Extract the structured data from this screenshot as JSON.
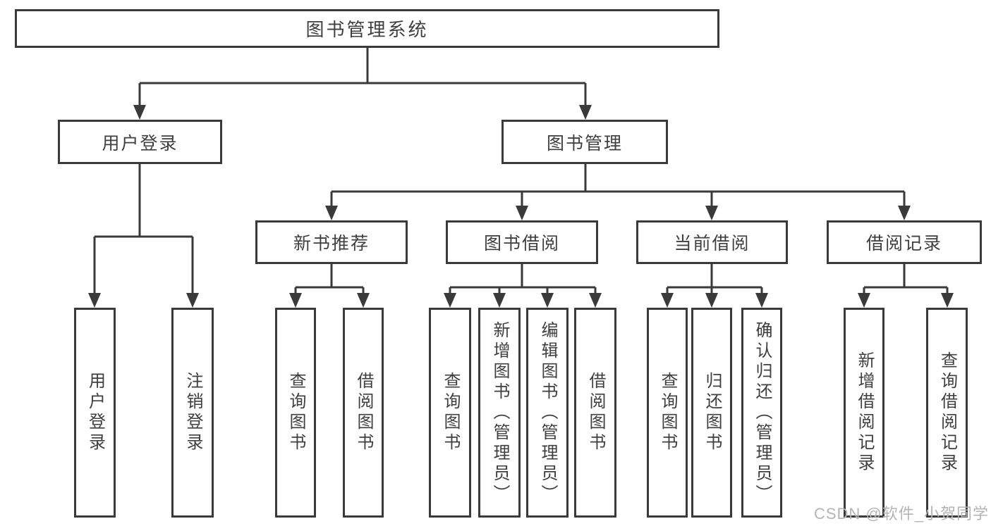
{
  "diagram": {
    "root": {
      "label": "图书管理系统"
    },
    "branches": [
      {
        "label": "用户登录",
        "children": [
          {
            "label": "用户登录"
          },
          {
            "label": "注销登录"
          }
        ]
      },
      {
        "label": "图书管理",
        "children": [
          {
            "label": "新书推荐",
            "children": [
              {
                "label": "查询图书"
              },
              {
                "label": "借阅图书"
              }
            ]
          },
          {
            "label": "图书借阅",
            "children": [
              {
                "label": "查询图书"
              },
              {
                "label": "新增图书（管理员）"
              },
              {
                "label": "编辑图书（管理员）"
              },
              {
                "label": "借阅图书"
              }
            ]
          },
          {
            "label": "当前借阅",
            "children": [
              {
                "label": "查询图书"
              },
              {
                "label": "归还图书"
              },
              {
                "label": "确认归还（管理员）"
              }
            ]
          },
          {
            "label": "借阅记录",
            "children": [
              {
                "label": "新增借阅记录"
              },
              {
                "label": "查询借阅记录"
              }
            ]
          }
        ]
      }
    ]
  },
  "watermark": {
    "text": "CSDN @软件_小贺同学"
  },
  "colors": {
    "line": "#3a3a3a",
    "text": "#3f3f3f",
    "watermark": "#b4b4b4",
    "background": "#ffffff"
  }
}
